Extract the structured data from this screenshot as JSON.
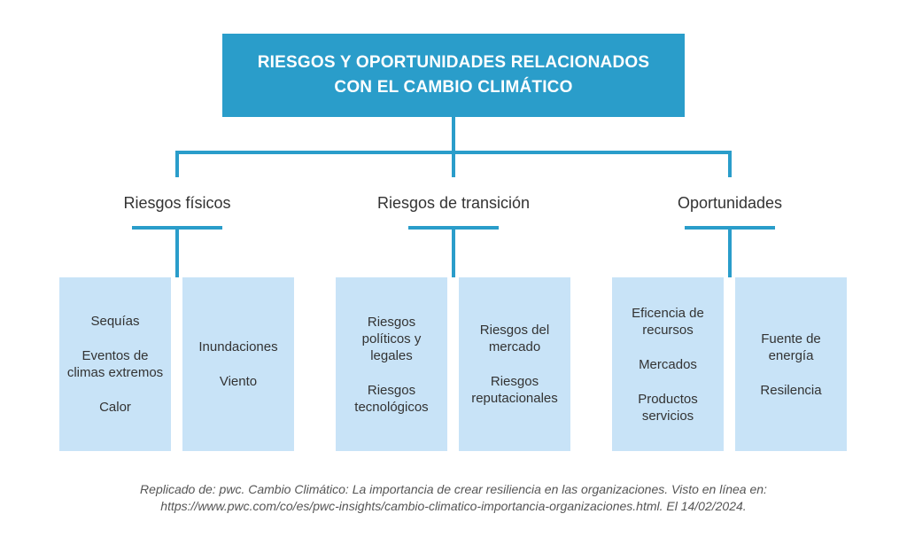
{
  "title": {
    "line1": "RIESGOS Y OPORTUNIDADES RELACIONADOS",
    "line2": "CON EL CAMBIO CLIMÁTICO"
  },
  "categories": [
    {
      "label": "Riesgos físicos",
      "boxes": [
        [
          "Sequías",
          "Eventos de climas extremos",
          "Calor"
        ],
        [
          "Inundaciones",
          "Viento"
        ]
      ]
    },
    {
      "label": "Riesgos de transición",
      "boxes": [
        [
          "Riesgos políticos y legales",
          "Riesgos tecnológicos"
        ],
        [
          "Riesgos del mercado",
          "Riesgos reputacionales"
        ]
      ]
    },
    {
      "label": "Oportunidades",
      "boxes": [
        [
          "Eficencia de recursos",
          "Mercados",
          "Productos servicios"
        ],
        [
          "Fuente de energía",
          "Resilencia"
        ]
      ]
    }
  ],
  "caption": {
    "line1": "Replicado de: pwc. Cambio Climático: La importancia de crear resiliencia en las organizaciones. Visto en línea en:",
    "line2": "https://www.pwc.com/co/es/pwc-insights/cambio-climatico-importancia-organizaciones.html. El 14/02/2024."
  },
  "colors": {
    "accent": "#2a9dca",
    "box_fill": "#c8e3f7",
    "text": "#333333"
  }
}
